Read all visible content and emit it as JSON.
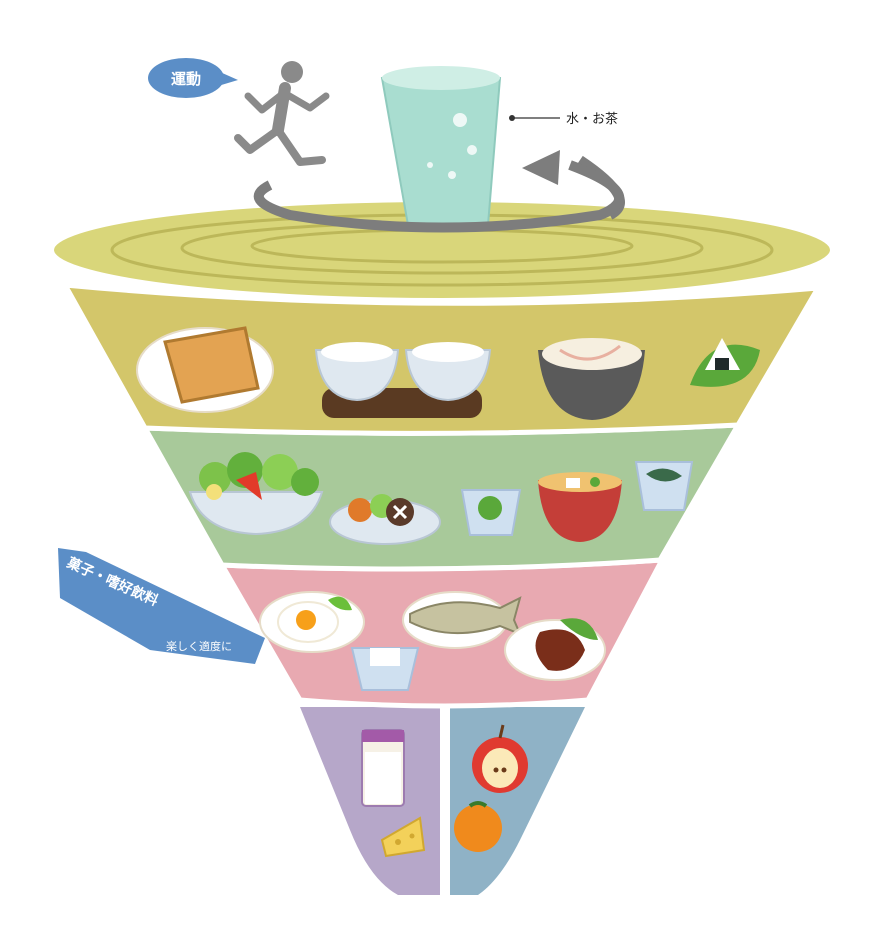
{
  "labels": {
    "exercise": "運動",
    "water_tea": "水・お茶",
    "snacks_main": "菓子・嗜好飲料",
    "snacks_sub": "楽しく適度に"
  },
  "colors": {
    "top_disc": "#d9d67a",
    "grains": "#d3c66a",
    "vegetables": "#a8c99a",
    "protein": "#e8a9b1",
    "dairy": "#b6a7c9",
    "fruit": "#8fb2c6",
    "arrow": "#7d7d7d",
    "badge": "#5b8ec7",
    "glass": "#a9ddd0"
  },
  "icons": {
    "runner": "runner-icon",
    "glass": "water-glass-icon",
    "toast": "toast-icon",
    "rice": "rice-bowl-icon",
    "noodles": "noodle-bowl-icon",
    "onigiri": "onigiri-icon",
    "salad": "salad-icon",
    "stew": "simmered-dish-icon",
    "side": "small-side-dish-icon",
    "soup": "miso-soup-icon",
    "seaweed": "seaweed-dish-icon",
    "egg": "fried-egg-icon",
    "fish": "grilled-fish-icon",
    "tofu": "tofu-icon",
    "meat": "meat-dish-icon",
    "milk": "milk-glass-icon",
    "cheese": "cheese-icon",
    "apple": "apple-icon",
    "orange": "orange-icon"
  }
}
